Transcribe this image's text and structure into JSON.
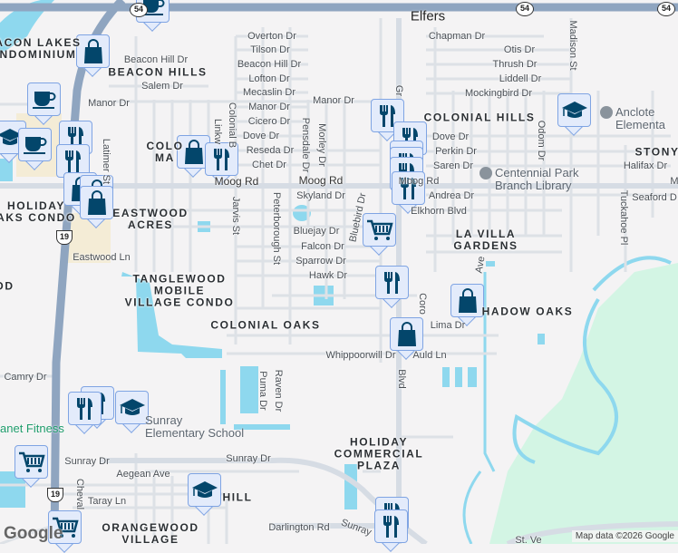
{
  "colors": {
    "background": "#f4f3f4",
    "water": "#8ed8ee",
    "park": "#d3f5e4",
    "highway": "#8fa5c0",
    "pin_fill": "#e3ebfb",
    "pin_icon": "#03466b",
    "fitness": "#1e9c6b"
  },
  "areas": {
    "beacon_lakes": "ACON LAKES\nNDOMINIUM",
    "beacon_hills": "BEACON HILLS",
    "colonial_manor": "COLO\nMA",
    "eastwood_acres": "EASTWOOD\nACRES",
    "holiday_oaks": "HOLIDAY\nAKS CONDO",
    "colonial_hills": "COLONIAL HILLS",
    "stony": "STONY",
    "la_villa": "LA VILLA\nGARDENS",
    "tanglewood": "TANGLEWOOD\nMOBILE\nVILLAGE CONDO",
    "colonial_oaks": "COLONIAL OAKS",
    "shadow_oaks": "HADOW OAKS",
    "holiday_commercial": "HOLIDAY\nCOMMERCIAL\nPLAZA",
    "hill": "HILL",
    "orangewood": "ORANGEWOOD\nVILLAGE",
    "od": "OD"
  },
  "town": "Elfers",
  "streets": {
    "overton": "Overton Dr",
    "tilson": "Tilson Dr",
    "beacon_hill_1": "Beacon Hill Dr",
    "lofton": "Lofton Dr",
    "mecaslin": "Mecaslin Dr",
    "manor_1": "Manor Dr",
    "cicero": "Cicero Dr",
    "dove_1": "Dove Dr",
    "reseda": "Reseda Dr",
    "chet": "Chet Dr",
    "beacon_hill_2": "Beacon Hill Dr",
    "salem": "Salem Dr",
    "manor_2": "Manor Dr",
    "manor_3": "Manor Dr",
    "moog_1": "Moog Rd",
    "moog_2": "Moog Rd",
    "moog_3": "Moog Rd",
    "moog_4": "M",
    "skyland": "Skyland Dr",
    "latimer": "Latimer St",
    "linkwood": "Linkw",
    "colonial_blvd": "Colonial B",
    "jarvis": "Jarvis St",
    "peterborough": "Peterborough St",
    "pensdale": "Pensdale Dr",
    "morley": "Morley Dr",
    "bluebird": "Bluebird Dr",
    "grand": "Gr",
    "grand_blvd": "Blvd",
    "bluejay": "Bluejay Dr",
    "falcon": "Falcon Dr",
    "sparrow": "Sparrow Dr",
    "hawk": "Hawk Dr",
    "eastwood_ln": "Eastwood Ln",
    "chapman": "Chapman Dr",
    "otis": "Otis Dr",
    "thrush": "Thrush Dr",
    "liddell": "Liddell Dr",
    "mockingbird": "Mockingbird Dr",
    "dove_2": "Dove Dr",
    "perkin": "Perkin Dr",
    "saren": "Saren Dr",
    "andrea": "Andrea Dr",
    "elkhorn": "Elkhorn Blvd",
    "odom": "Odom Dr",
    "madison": "Madison St",
    "halifax": "Halifax Dr",
    "seaford": "Seaford D",
    "tuckahoe": "Tuckahoe Pl",
    "la_ave": "Ave",
    "whippoorwill": "Whippoorwill Dr",
    "auld": "Auld Ln",
    "lima": "Lima Dr",
    "coronado": "Coro",
    "raven": "Raven Dr",
    "puma": "Puma Dr",
    "camry": "Camry Dr",
    "sunray_1": "Sunray Dr",
    "sunray_2": "Sunray Dr",
    "sunray_3": "Sunray",
    "aegean": "Aegean Ave",
    "taray": "Taray Ln",
    "cheval": "Cheval",
    "darlington": "Darlington Rd",
    "st_v": "St. Ve"
  },
  "route_shields": {
    "us19_a": "19",
    "us19_b": "19",
    "sr54_a": "54",
    "sr54_b": "54",
    "sr54_c": "54"
  },
  "pois": {
    "library": "Centennial Park\nBranch Library",
    "anclote": "Anclote\nElementa",
    "sunray_school": "Sunray\nElementary School",
    "planet_fitness": "anet Fitness"
  },
  "pins": [
    "shop",
    "coffee",
    "school",
    "coffee",
    "restaurant",
    "restaurant",
    "shop",
    "shop",
    "shop",
    "shop",
    "restaurant",
    "coffee",
    "restaurant",
    "restaurant",
    "restaurant",
    "restaurant",
    "restaurant",
    "restaurant",
    "cart",
    "restaurant",
    "school",
    "shop",
    "shop",
    "restaurant",
    "restaurant",
    "restaurant",
    "restaurant",
    "school",
    "cart",
    "cart",
    "school"
  ],
  "attribution": {
    "logo": "Google",
    "text": "Map data ©2026 Google"
  }
}
